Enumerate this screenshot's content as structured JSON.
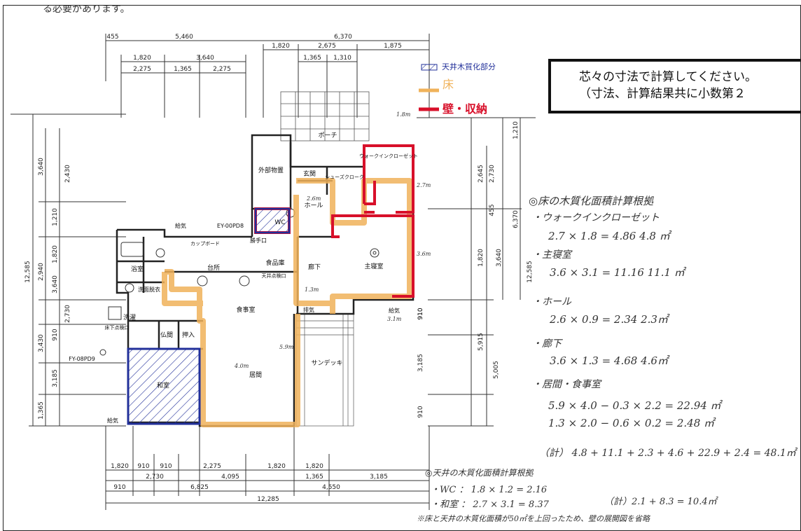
{
  "top_caption": "る必要があります。",
  "note_box": {
    "line1": "芯々の寸法で計算してください。",
    "line2": "（寸法、計算結果共に小数第２"
  },
  "legend": {
    "hatch_label": "天井木質化部分",
    "floor_label": "床",
    "wall_label": "壁・収納"
  },
  "dimensions": {
    "top_row1": [
      "455",
      "5,460",
      "6,370"
    ],
    "top_row2": [
      "1,820",
      "2,675",
      "1,875"
    ],
    "top_row3": [
      "1,820",
      "3,640",
      "1,365",
      "1,310"
    ],
    "top_row4": [
      "2,275",
      "1,365",
      "2,275"
    ],
    "left_outer": "12,585",
    "left_col1": [
      "3,640",
      "2,940",
      "3,430",
      "1,365"
    ],
    "left_col2": [
      "1,210",
      "1,820",
      "3,640",
      "910",
      "3,185"
    ],
    "left_col3": [
      "2,430",
      "2,730"
    ],
    "right_col1": [
      "455",
      "2,730",
      "1,820",
      "910",
      "5,915"
    ],
    "right_col2": [
      "2,645",
      "3,640",
      "5,005"
    ],
    "right_col3": [
      "1,210",
      "6,370",
      "12,585"
    ],
    "right_extra": [
      "910",
      "3,185",
      "910"
    ],
    "bottom_row1": [
      "1,820",
      "910",
      "910",
      "2,275",
      "1,820",
      "1,820"
    ],
    "bottom_row2": [
      "2,730",
      "4,095",
      "1,365",
      "3,185"
    ],
    "bottom_row3": [
      "910",
      "6,825",
      "4,550"
    ],
    "bottom_row4": "12,285"
  },
  "rooms": {
    "porch": "ポーチ",
    "storage_out": "外部物置",
    "entrance": "玄関",
    "shoe": "シューズクローク",
    "wic": "ウォークインクローゼット",
    "hall": "ホール",
    "wc": "WC",
    "master": "主寝室",
    "corridor": "廊下",
    "bath": "浴室",
    "washroom": "洗面脱衣",
    "laundry": "洗濯",
    "kitchen": "台所",
    "pantry": "食品庫",
    "dining": "食事室",
    "butsuma": "仏間",
    "oshiire": "押入",
    "washitsu": "和室",
    "living": "居間",
    "sundeck": "サンデッキ",
    "cupboard": "カップボード",
    "backdoor": "勝手口",
    "floor_inspect": "床下点検口",
    "ceiling_inspect": "天井点検口",
    "exhaust": "排気",
    "intake1": "給気",
    "intake2": "給気",
    "intake3": "給気",
    "duct1": "EY-00PD8",
    "duct2": "FY-08PD9",
    "dim_18": "1.8m",
    "dim_27": "2.7m",
    "dim_36": "3.6m",
    "dim_31": "3.1m",
    "dim_40": "4.0m",
    "dim_59": "5.9m",
    "dim_26": "2.6m",
    "dim_13": "1.3m"
  },
  "calc": {
    "title": "◎床の木質化面積計算根拠",
    "wic_label": "・ウォークインクローゼット",
    "wic_formula": "2.7 × 1.8 = 4.86   4.8 ㎡",
    "master_label": "・主寝室",
    "master_formula": "3.6 × 3.1 = 11.16   11.1 ㎡",
    "hall_label": "・ホール",
    "hall_formula": "2.6 × 0.9 = 2.34   2.3㎡",
    "corr_label": "・廊下",
    "corr_formula": "3.6 × 1.3 = 4.68   4.6㎡",
    "living_label": "・居間・食事室",
    "living_formula1": "5.9 × 4.0 − 0.3 × 2.2 = 22.94 ㎡",
    "living_formula2": "1.3 × 2.0 − 0.6 × 0.2 = 2.48 ㎡",
    "total": "（計） 4.8 + 11.1 + 2.3 + 4.6 + 22.9 + 2.4 = 48.1㎡",
    "ceiling_title": "◎天井の木質化面積計算根拠",
    "ceiling_wc": "・WC ： 1.8 × 1.2 = 2.16",
    "ceiling_washitsu": "・和室 ： 2.7 × 3.1 = 8.37",
    "ceiling_total": "（計）2.1 + 8.3 = 10.4㎡",
    "footnote": "※床と天井の木質化面積が50㎡を上回ったため、壁の展開図を省略"
  },
  "colors": {
    "floor": "#f0b25a",
    "wall": "#d8102a",
    "ceiling": "#22309a",
    "line": "#333333"
  }
}
